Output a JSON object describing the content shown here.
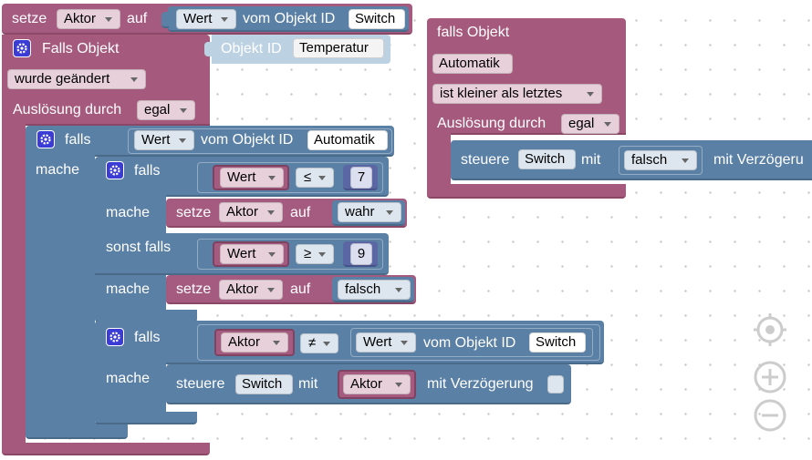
{
  "workspace": {
    "set_block": {
      "prefix": "setze",
      "var": "Aktor",
      "on": "auf",
      "value_field": "Wert",
      "from_obj": "vom Objekt ID",
      "obj": "Switch"
    },
    "trigger1": {
      "title": "Falls Objekt",
      "obj_label": "Objekt ID",
      "obj": "Temperatur",
      "condition": "wurde geändert",
      "trigger_label": "Auslösung durch",
      "trigger_value": "egal"
    },
    "if_main": {
      "falls": "falls",
      "mache": "mache",
      "value_field": "Wert",
      "from_obj": "vom Objekt ID",
      "obj": "Automatik"
    },
    "if_inner": {
      "falls": "falls",
      "wert": "Wert",
      "op_le": "≤",
      "num_7": "7",
      "mache": "mache",
      "setze": "setze",
      "aktor": "Aktor",
      "auf": "auf",
      "val_true": "wahr",
      "sonst_falls": "sonst falls",
      "op_ge": "≥",
      "num_9": "9",
      "val_false": "falsch"
    },
    "if_third": {
      "falls": "falls",
      "aktor": "Aktor",
      "op_ne": "≠",
      "wert": "Wert",
      "from_obj": "vom Objekt ID",
      "obj": "Switch",
      "mache": "mache",
      "steuere": "steuere",
      "switch": "Switch",
      "mit": "mit",
      "delay_label": "mit Verzögerung"
    },
    "trigger2": {
      "title": "falls Objekt",
      "obj": "Automatik",
      "condition": "ist kleiner als letztes",
      "trigger_label": "Auslösung durch",
      "trigger_value": "egal",
      "steuere": "steuere",
      "switch": "Switch",
      "mit": "mit",
      "value": "falsch",
      "delay_label": "mit Verzögeru"
    },
    "colors": {
      "event": "#a5597c",
      "logic": "#5b80a5",
      "variable": "#a55b80",
      "literal": "#5b67a5",
      "zoom_icon": "#cccccc"
    },
    "icons": [
      "gear-icon",
      "recenter-icon",
      "zoom-in-icon",
      "zoom-out-icon"
    ]
  }
}
